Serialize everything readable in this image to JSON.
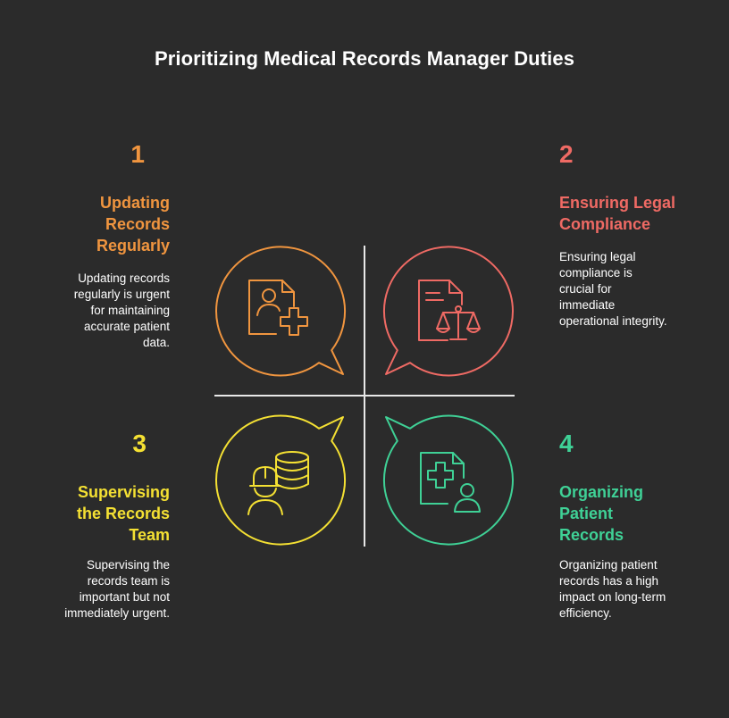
{
  "title": "Prioritizing Medical Records Manager Duties",
  "colors": {
    "background": "#2b2b2b",
    "q1": "#f0953f",
    "q2": "#ef6a64",
    "q3": "#f4e033",
    "q4": "#3fd196",
    "axis": "#e8e8e8"
  },
  "quadrants": [
    {
      "number": "1",
      "heading": "Updating\nRecords\nRegularly",
      "description": "Updating records\nregularly is urgent\nfor maintaining\naccurate patient\ndata.",
      "icon": "patient-record-add-icon"
    },
    {
      "number": "2",
      "heading": "Ensuring Legal\nCompliance",
      "description": "Ensuring legal\ncompliance is\ncrucial for\nimmediate\noperational integrity.",
      "icon": "legal-document-scales-icon"
    },
    {
      "number": "3",
      "heading": "Supervising\nthe Records\nTeam",
      "description": "Supervising the\nrecords team is\nimportant but not\nimmediately urgent.",
      "icon": "supervisor-database-icon"
    },
    {
      "number": "4",
      "heading": "Organizing\nPatient\nRecords",
      "description": "Organizing patient\nrecords has a high\nimpact on long-term\nefficiency.",
      "icon": "medical-record-patient-icon"
    }
  ]
}
